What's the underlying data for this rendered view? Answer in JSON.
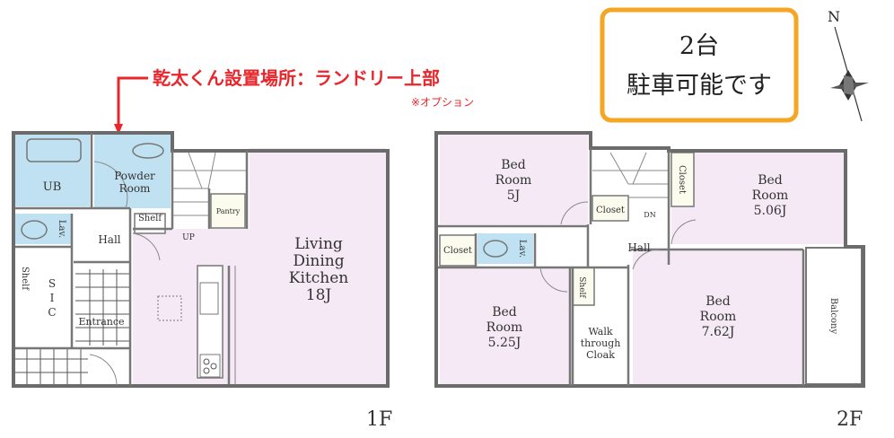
{
  "annotation": {
    "main": "乾太くん設置場所：ランドリー上部",
    "sub": "※オプション",
    "color": "#e8262b"
  },
  "parking": {
    "line1": "2台",
    "line2": "駐車可能です",
    "border_color": "#f5a623"
  },
  "compass": {
    "label": "N"
  },
  "floor1": {
    "label": "1F",
    "rooms": {
      "ub": "UB",
      "powder": [
        "Powder",
        "Room"
      ],
      "shelf": "Shelf",
      "pantry": "Pantry",
      "lav": "Lav.",
      "hall": "Hall",
      "up": "UP",
      "sic_shelf": "Shelf",
      "sic": [
        "S",
        "I",
        "C"
      ],
      "entrance": "Entrance",
      "ldk": [
        "Living",
        "Dining",
        "Kitchen",
        "18J"
      ]
    }
  },
  "floor2": {
    "label": "2F",
    "rooms": {
      "bed1": [
        "Bed",
        "Room",
        "5J"
      ],
      "closet_stairs": "Closet",
      "dn": "DN",
      "closet_top": "Closet",
      "bed2": [
        "Bed",
        "Room",
        "5.06J"
      ],
      "closet_left": "Closet",
      "lav": "Lav.",
      "hall": "Hall",
      "shelf": "Shelf",
      "bed3": [
        "Bed",
        "Room",
        "5.25J"
      ],
      "wtc": [
        "Walk",
        "through",
        "Cloak"
      ],
      "bed4": [
        "Bed",
        "Room",
        "7.62J"
      ],
      "balcony": "Balcony"
    }
  }
}
